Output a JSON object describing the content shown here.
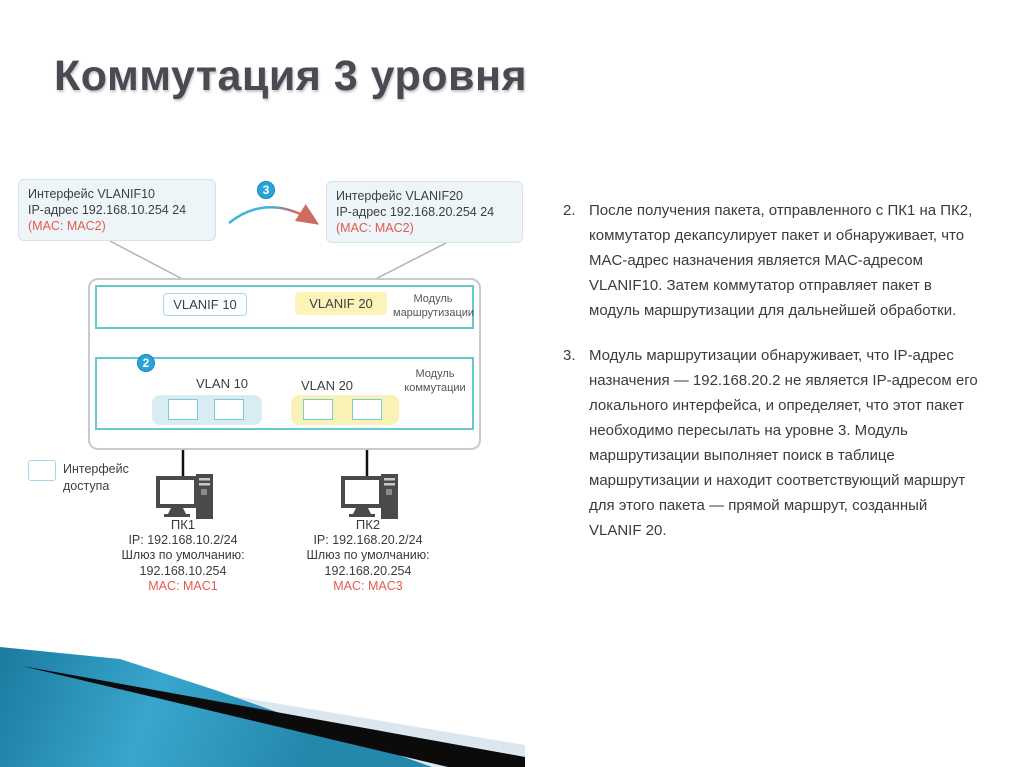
{
  "title": "Коммутация 3 уровня",
  "colors": {
    "accent_blue": "#29a3d8",
    "module_border": "#68c8d0",
    "highlight_yellow": "#fbf3b8",
    "highlight_blue": "#d9ecf4",
    "red_text": "#e25a50",
    "ribbon_teal": "#2e97bd",
    "ribbon_black": "#0b0b0b",
    "ribbon_pale": "#dbe6ee"
  },
  "diagram": {
    "callout_left": {
      "lines": [
        "Интерфейс  VLANIF10",
        "IP-адрес 192.168.10.254 24"
      ],
      "mac": "(MAC: MAC2)"
    },
    "callout_right": {
      "lines": [
        "Интерфейс  VLANIF20",
        "IP-адрес 192.168.20.254 24"
      ],
      "mac": "(MAC: MAC2)"
    },
    "step3_badge": "3",
    "step2_badge": "2",
    "routing_module": {
      "vlanif10": "VLANIF 10",
      "vlanif20": "VLANIF 20",
      "label": [
        "Модуль",
        "маршрутизации"
      ]
    },
    "switching_module": {
      "vlan10": "VLAN 10",
      "vlan20": "VLAN 20",
      "label": [
        "Модуль",
        "коммутации"
      ]
    },
    "legend": {
      "label": [
        "Интерфейс",
        "доступа"
      ]
    },
    "pc1": {
      "name": "ПК1",
      "lines": [
        "IP: 192.168.10.2/24",
        "Шлюз по умолчанию:",
        "192.168.10.254"
      ],
      "mac": "MAC: MAC1"
    },
    "pc2": {
      "name": "ПК2",
      "lines": [
        "IP: 192.168.20.2/24",
        "Шлюз по умолчанию:",
        "192.168.20.254"
      ],
      "mac": "MAC: MAC3"
    }
  },
  "notes": [
    {
      "number": "2.",
      "lines": [
        "После получения  пакета, отправленного  с ПК1 на ПК2,",
        "коммутатор декапсулирует пакет и обнаруживает, что",
        "MAC-адрес назначения  является MAC-адресом",
        "VLANIF10. Затем коммутатор отправляет пакет в",
        "модуль маршрутизации для дальнейшей обработки."
      ]
    },
    {
      "number": "3.",
      "lines": [
        "Модуль  маршрутизации  обнаруживает,  что IP-адрес",
        "назначения — 192.168.20.2 не является IP-адресом его",
        "локального интерфейса, и определяет, что этот пакет",
        "необходимо пересылать на уровне 3. Модуль",
        "маршрутизации выполняет поиск в таблице",
        "маршрутизации и находит соответствующий маршрут",
        "для этого пакета — прямой маршрут, созданный",
        "VLANIF 20."
      ]
    }
  ]
}
